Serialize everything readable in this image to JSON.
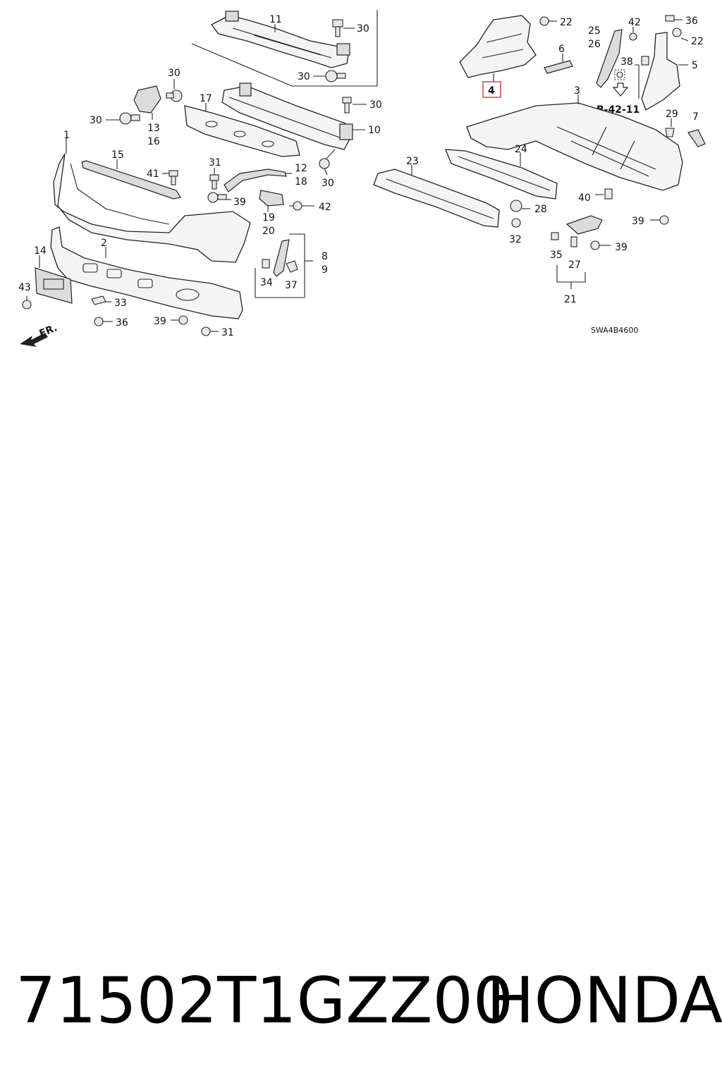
{
  "callouts": {
    "c1": "1",
    "c2": "2",
    "c3": "3",
    "c4": "4",
    "c5": "5",
    "c6": "6",
    "c7": "7",
    "c8": "8",
    "c9": "9",
    "c10": "10",
    "c11": "11",
    "c12": "12",
    "c13": "13",
    "c14": "14",
    "c15": "15",
    "c16": "16",
    "c17": "17",
    "c18": "18",
    "c19": "19",
    "c20": "20",
    "c21": "21",
    "c22a": "22",
    "c22b": "22",
    "c23": "23",
    "c24": "24",
    "c25": "25",
    "c26": "26",
    "c27": "27",
    "c28": "28",
    "c29": "29",
    "c30a": "30",
    "c30b": "30",
    "c30c": "30",
    "c30d": "30",
    "c30e": "30",
    "c30f": "30",
    "c31a": "31",
    "c31b": "31",
    "c32": "32",
    "c33": "33",
    "c34": "34",
    "c35": "35",
    "c36a": "36",
    "c36b": "36",
    "c37": "37",
    "c38": "38",
    "c39a": "39",
    "c39b": "39",
    "c39c": "39",
    "c39d": "39",
    "c40": "40",
    "c41": "41",
    "c42a": "42",
    "c42b": "42",
    "c43": "43"
  },
  "reference": "B-42-11",
  "front_label": "FR.",
  "diagram_code": "SWA4B4600",
  "highlight_color": "#d9534f",
  "footer": {
    "part_number": "71502T1GZZ00",
    "brand": "HONDA"
  }
}
